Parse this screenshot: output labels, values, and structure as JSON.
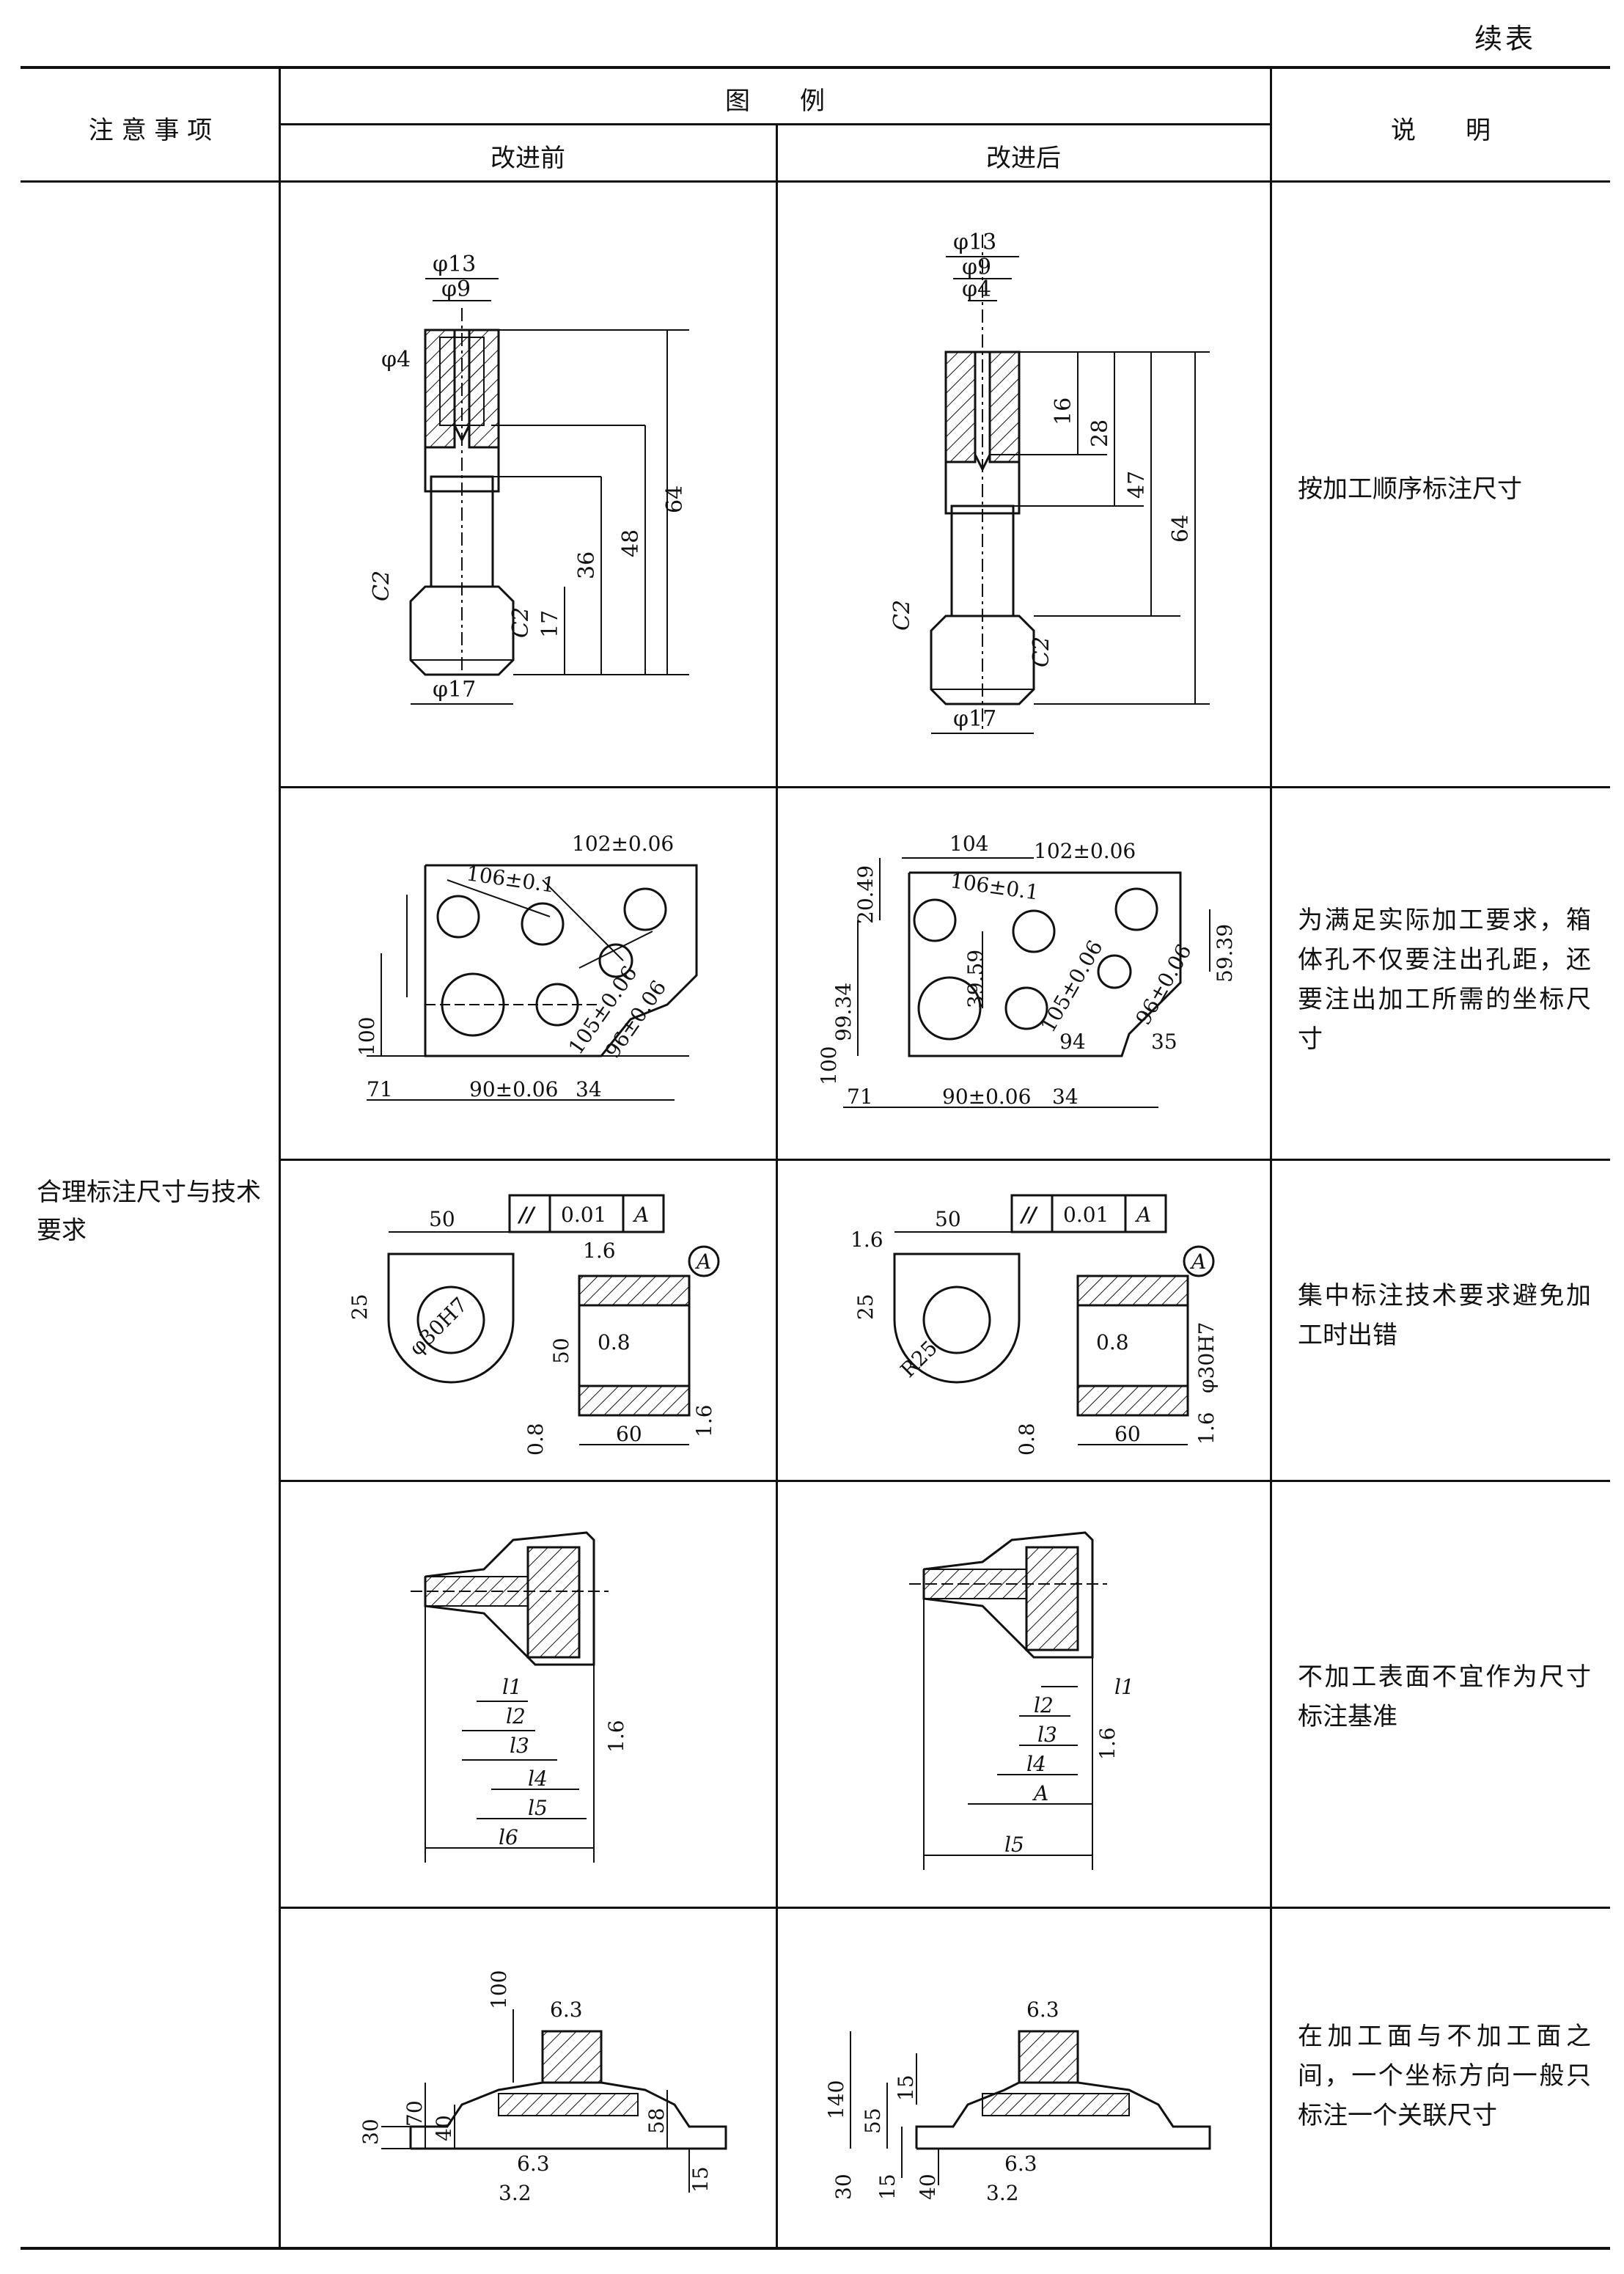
{
  "continued_label": "续表",
  "header": {
    "col_note": "注 意 事 项",
    "col_illustration": "图　　例",
    "col_before": "改进前",
    "col_after": "改进后",
    "col_explanation": "说　　明"
  },
  "note": "合理标注尺寸与技术要求",
  "rows": [
    {
      "explanation": "按加工顺序标注尺寸",
      "before_dims": [
        "φ13",
        "φ9",
        "φ4",
        "64",
        "48",
        "36",
        "17",
        "C2",
        "C2",
        "φ17"
      ],
      "after_dims": [
        "φ13",
        "φ9",
        "φ4",
        "16",
        "28",
        "47",
        "64",
        "C2",
        "C2",
        "φ17"
      ]
    },
    {
      "explanation": "为满足实际加工要求，箱体孔不仅要注出孔距，还要注出加工所需的坐标尺寸",
      "before_dims": [
        "106±0.1",
        "102±0.06",
        "105±0.06",
        "96±0.06",
        "100",
        "71",
        "90±0.06",
        "34"
      ],
      "after_dims": [
        "104",
        "106±0.1",
        "102±0.06",
        "20.49",
        "99.34",
        "39.59",
        "105±0.06",
        "96±0.06",
        "59.39",
        "94",
        "35",
        "100",
        "71",
        "90±0.06",
        "34"
      ]
    },
    {
      "explanation": "集中标注技术要求避免加工时出错",
      "before_dims": [
        "50",
        "//",
        "0.01",
        "A",
        "1.6",
        "A",
        "25",
        "φ30H7",
        "50",
        "0.8",
        "0.8",
        "60",
        "1.6"
      ],
      "after_dims": [
        "1.6",
        "50",
        "//",
        "0.01",
        "A",
        "A",
        "25",
        "R25",
        "0.8",
        "φ30H7",
        "0.8",
        "60",
        "1.6"
      ]
    },
    {
      "explanation": "不加工表面不宜作为尺寸标注基准",
      "before_dims": [
        "l1",
        "l2",
        "l3",
        "1.6",
        "l4",
        "l5",
        "l6"
      ],
      "after_dims": [
        "l1",
        "l2",
        "l3",
        "1.6",
        "l4",
        "A",
        "l5"
      ]
    },
    {
      "explanation": "在加工面与不加工面之间，一个坐标方向一般只标注一个关联尺寸",
      "before_dims": [
        "6.3",
        "100",
        "70",
        "40",
        "58",
        "30",
        "6.3",
        "3.2",
        "15"
      ],
      "after_dims": [
        "6.3",
        "140",
        "55",
        "15",
        "30",
        "15",
        "40",
        "6.3",
        "3.2"
      ]
    }
  ]
}
